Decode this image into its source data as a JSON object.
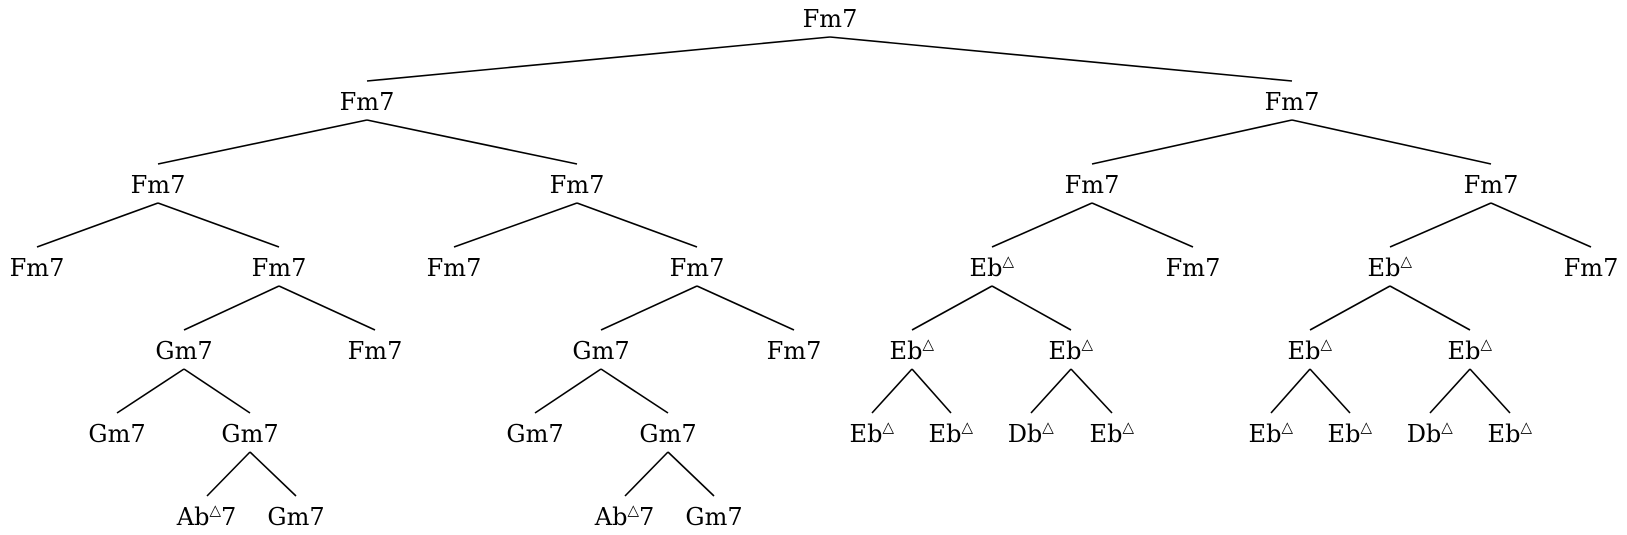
{
  "tree": {
    "label": "Fm7",
    "children": [
      {
        "label": "Fm7",
        "children": [
          {
            "label": "Fm7",
            "children": [
              {
                "label": "Fm7"
              },
              {
                "label": "Fm7",
                "children": [
                  {
                    "label": "Gm7",
                    "children": [
                      {
                        "label": "Gm7"
                      },
                      {
                        "label": "Gm7",
                        "children": [
                          {
                            "label": "Ab",
                            "sup": "△",
                            "suffix": "7"
                          },
                          {
                            "label": "Gm7"
                          }
                        ]
                      }
                    ]
                  },
                  {
                    "label": "Fm7"
                  }
                ]
              }
            ]
          },
          {
            "label": "Fm7",
            "children": [
              {
                "label": "Fm7"
              },
              {
                "label": "Fm7",
                "children": [
                  {
                    "label": "Gm7",
                    "children": [
                      {
                        "label": "Gm7"
                      },
                      {
                        "label": "Gm7",
                        "children": [
                          {
                            "label": "Ab",
                            "sup": "△",
                            "suffix": "7"
                          },
                          {
                            "label": "Gm7"
                          }
                        ]
                      }
                    ]
                  },
                  {
                    "label": "Fm7"
                  }
                ]
              }
            ]
          }
        ]
      },
      {
        "label": "Fm7",
        "children": [
          {
            "label": "Fm7",
            "children": [
              {
                "label": "Eb",
                "sup": "△",
                "children": [
                  {
                    "label": "Eb",
                    "sup": "△",
                    "children": [
                      {
                        "label": "Eb",
                        "sup": "△"
                      },
                      {
                        "label": "Eb",
                        "sup": "△"
                      }
                    ]
                  },
                  {
                    "label": "Eb",
                    "sup": "△",
                    "children": [
                      {
                        "label": "Db",
                        "sup": "△"
                      },
                      {
                        "label": "Eb",
                        "sup": "△"
                      }
                    ]
                  }
                ]
              },
              {
                "label": "Fm7"
              }
            ]
          },
          {
            "label": "Fm7",
            "children": [
              {
                "label": "Eb",
                "sup": "△",
                "children": [
                  {
                    "label": "Eb",
                    "sup": "△",
                    "children": [
                      {
                        "label": "Eb",
                        "sup": "△"
                      },
                      {
                        "label": "Eb",
                        "sup": "△"
                      }
                    ]
                  },
                  {
                    "label": "Eb",
                    "sup": "△",
                    "children": [
                      {
                        "label": "Db",
                        "sup": "△"
                      },
                      {
                        "label": "Eb",
                        "sup": "△"
                      }
                    ]
                  }
                ]
              },
              {
                "label": "Fm7"
              }
            ]
          }
        ]
      }
    ]
  }
}
